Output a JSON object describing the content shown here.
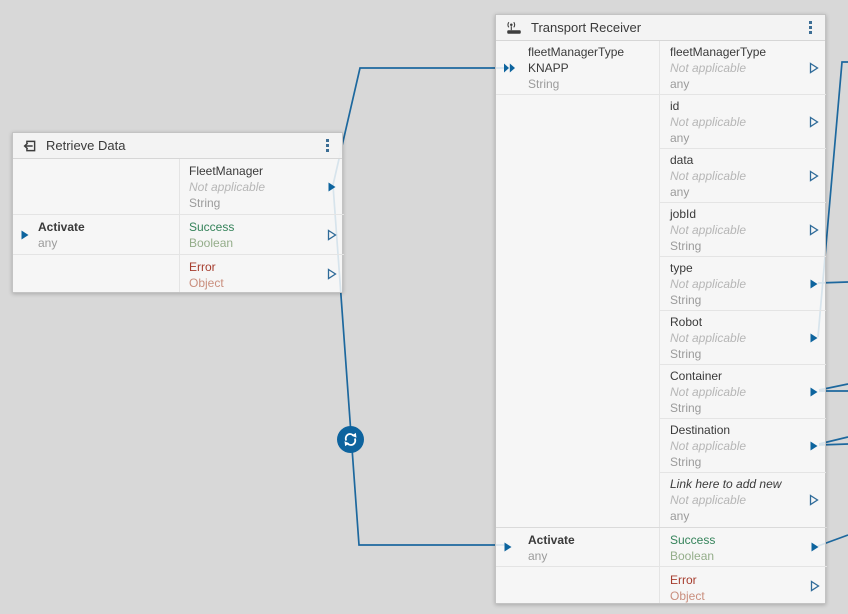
{
  "canvas": {
    "background": "#d8d8d8",
    "link_color": "#1d689e",
    "port_color": "#0d649e"
  },
  "sync_badge": {
    "icon": "sync-icon",
    "color": "#0d639e"
  },
  "retrieve_data": {
    "title": "Retrieve Data",
    "ports": {
      "fleet_manager": {
        "name": "FleetManager",
        "value": "Not applicable",
        "type": "String"
      },
      "activate": {
        "name": "Activate",
        "type": "any"
      },
      "success": {
        "name": "Success",
        "type": "Boolean"
      },
      "error": {
        "name": "Error",
        "type": "Object"
      }
    }
  },
  "transport_receiver": {
    "title": "Transport Receiver",
    "input": {
      "name": "fleetManagerType",
      "value": "KNAPP",
      "type": "String"
    },
    "outputs": [
      {
        "name": "fleetManagerType",
        "value": "Not applicable",
        "type": "any"
      },
      {
        "name": "id",
        "value": "Not applicable",
        "type": "any"
      },
      {
        "name": "data",
        "value": "Not applicable",
        "type": "any"
      },
      {
        "name": "jobId",
        "value": "Not applicable",
        "type": "String"
      },
      {
        "name": "type",
        "value": "Not applicable",
        "type": "String"
      },
      {
        "name": "Robot",
        "value": "Not applicable",
        "type": "String"
      },
      {
        "name": "Container",
        "value": "Not applicable",
        "type": "String"
      },
      {
        "name": "Destination",
        "value": "Not applicable",
        "type": "String"
      },
      {
        "name": "Link here to add new",
        "value": "Not applicable",
        "type": "any"
      }
    ],
    "activate": {
      "name": "Activate",
      "type": "any"
    },
    "success": {
      "name": "Success",
      "type": "Boolean"
    },
    "error": {
      "name": "Error",
      "type": "Object"
    }
  }
}
